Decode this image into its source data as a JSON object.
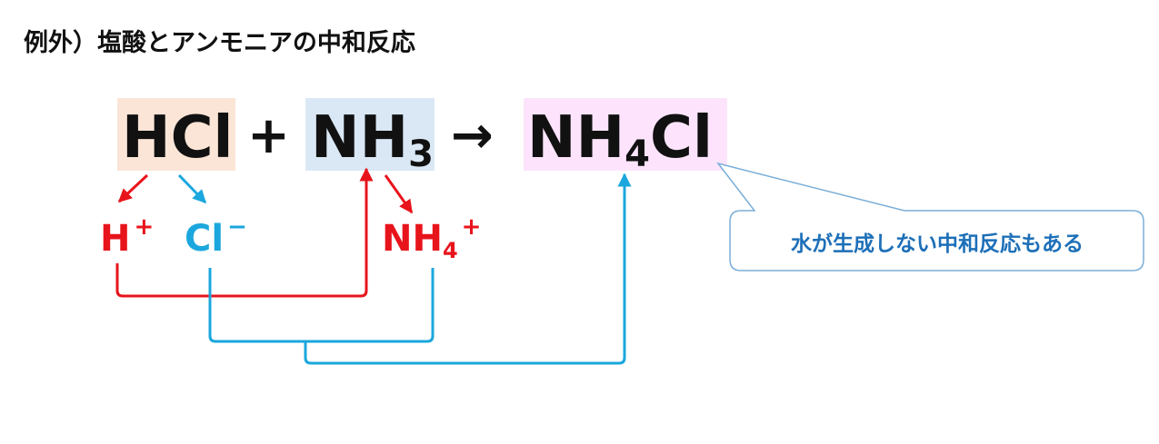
{
  "title": "例外）塩酸とアンモニアの中和反応",
  "equation": {
    "reactant1": "HCl",
    "plus": "+",
    "reactant2_main": "NH",
    "reactant2_sub": "3",
    "arrow": "→",
    "product_main": "NH",
    "product_sub": "4",
    "product_tail": "Cl"
  },
  "ions": {
    "h_plus": {
      "symbol": "H",
      "charge": "+"
    },
    "cl_minus": {
      "symbol": "Cl",
      "charge": "−"
    },
    "nh4_plus": {
      "symbol": "NH",
      "sub": "4",
      "charge": "+"
    }
  },
  "callout": "水が生成しない中和反応もある",
  "colors": {
    "hcl_box": "#fbe5d6",
    "nh3_box": "#dae8f5",
    "nh4cl_box": "#fde4fc",
    "red": "#e8141b",
    "blue": "#1ba7dd",
    "callout_text": "#1d6fb8",
    "callout_border": "#7aaed8"
  }
}
